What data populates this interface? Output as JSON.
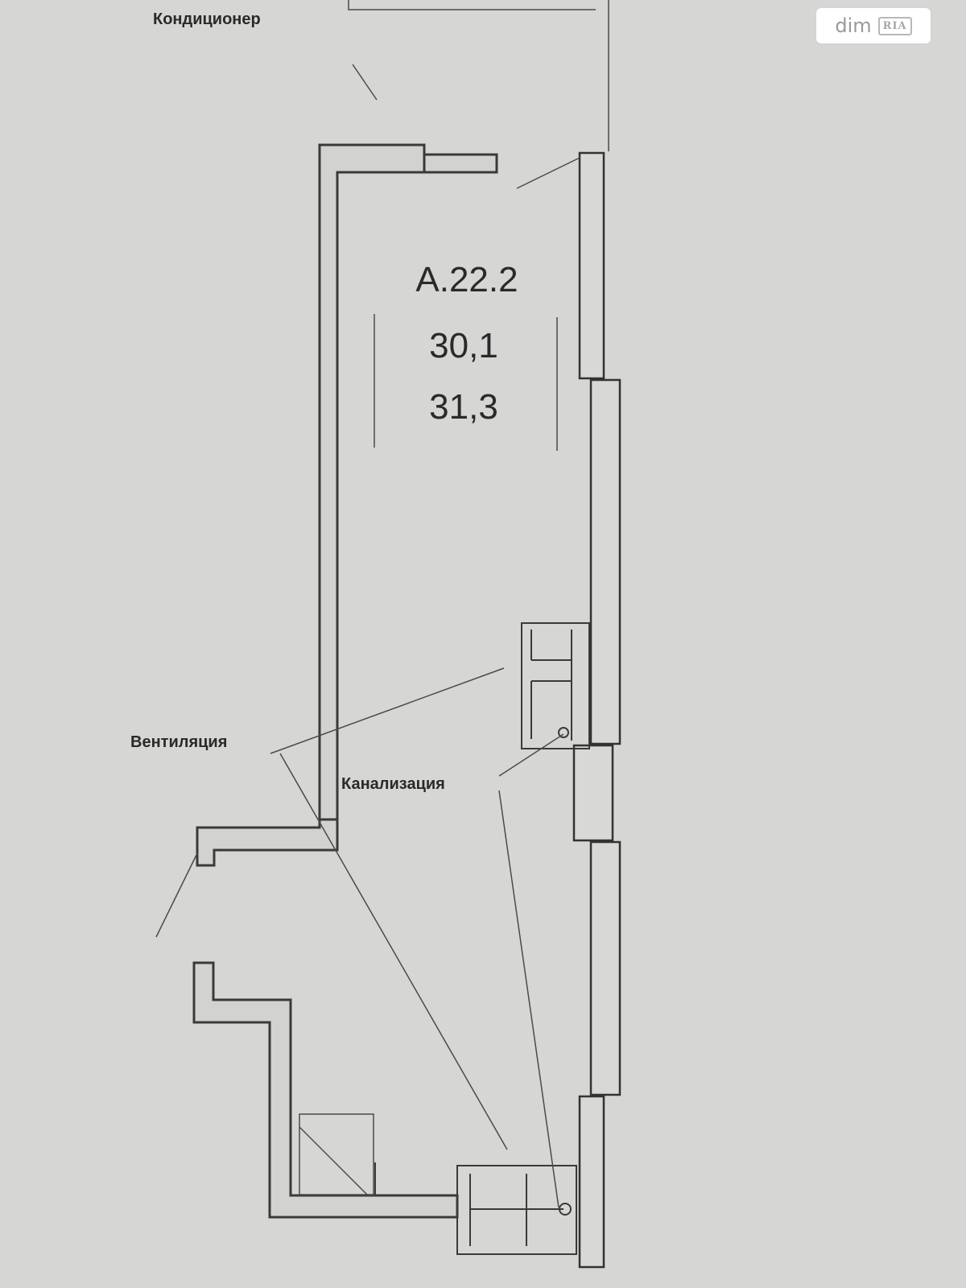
{
  "plan": {
    "unit_code": "А.22.2",
    "area_living": "30,1",
    "area_total": "31,3"
  },
  "labels": {
    "air_conditioner": "Кондиционер",
    "ventilation": "Вентиляция",
    "sewage": "Канализация"
  },
  "watermark": {
    "text": "dim",
    "logo": "RIA"
  },
  "colors": {
    "background": "#d6d6d4",
    "lines": "#3a3a3a"
  }
}
